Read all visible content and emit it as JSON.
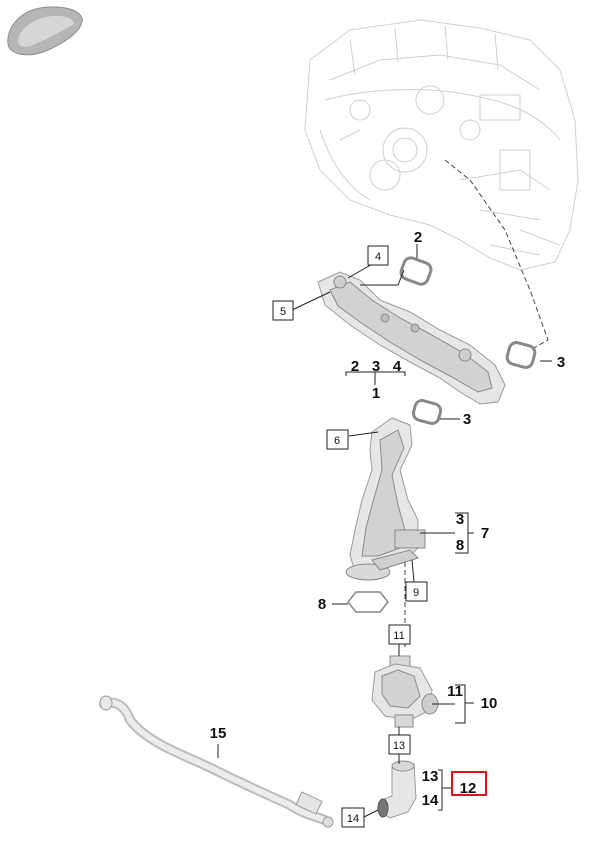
{
  "labels": {
    "n1": "1",
    "n2_top": "2",
    "n2_group": "2",
    "n3_group": "3",
    "n4_group": "4",
    "n3_right_upper": "3",
    "n3_right_lower": "3",
    "n3_bracket": "3",
    "n8_bracket": "8",
    "n7": "7",
    "n8_left": "8",
    "n15": "15",
    "n11_bracket": "11",
    "n10": "10",
    "n13_bracket": "13",
    "n14_bracket": "14",
    "n12": "12"
  },
  "boxed_labels": {
    "b4": "4",
    "b5": "5",
    "b6": "6",
    "b9": "9",
    "b11": "11",
    "b13": "13",
    "b14": "14"
  },
  "highlight_color": "#d8151b"
}
